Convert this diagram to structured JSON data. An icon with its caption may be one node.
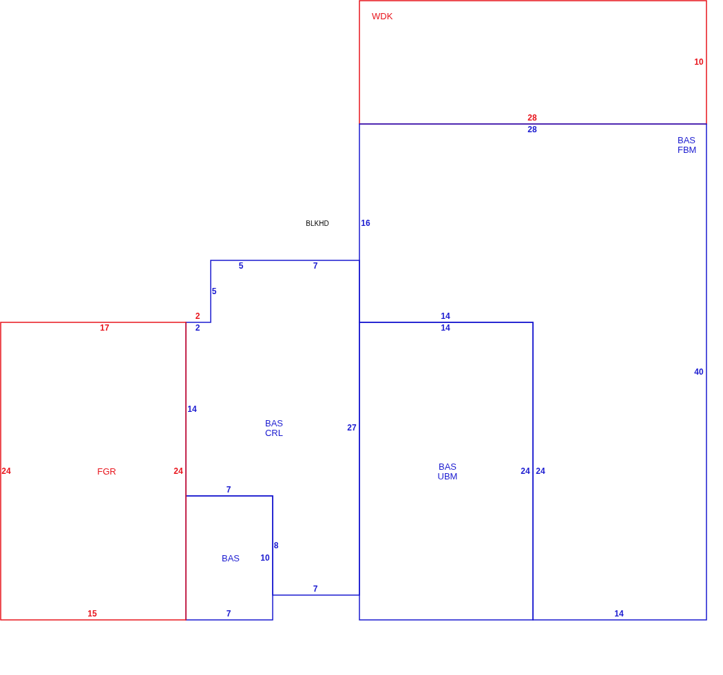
{
  "diagram": {
    "nodes": [
      {
        "text": [
          "WDK"
        ]
      },
      {
        "text": [
          "BAS FBM"
        ]
      },
      {
        "text": [
          "BAS UBM"
        ]
      },
      {
        "text": [
          "BAS CRL"
        ]
      },
      {
        "text": [
          "BAS"
        ]
      },
      {
        "text": [
          "FGR"
        ]
      }
    ],
    "labels": [
      "10",
      "28",
      "28",
      "BLKHD",
      "16",
      "5",
      "7",
      "5",
      "2",
      "14",
      "17",
      "2",
      "14",
      "40",
      "14",
      "27",
      "24",
      "24",
      "24",
      "24",
      "7",
      "8",
      "10",
      "7",
      "15",
      "7",
      "14"
    ]
  }
}
